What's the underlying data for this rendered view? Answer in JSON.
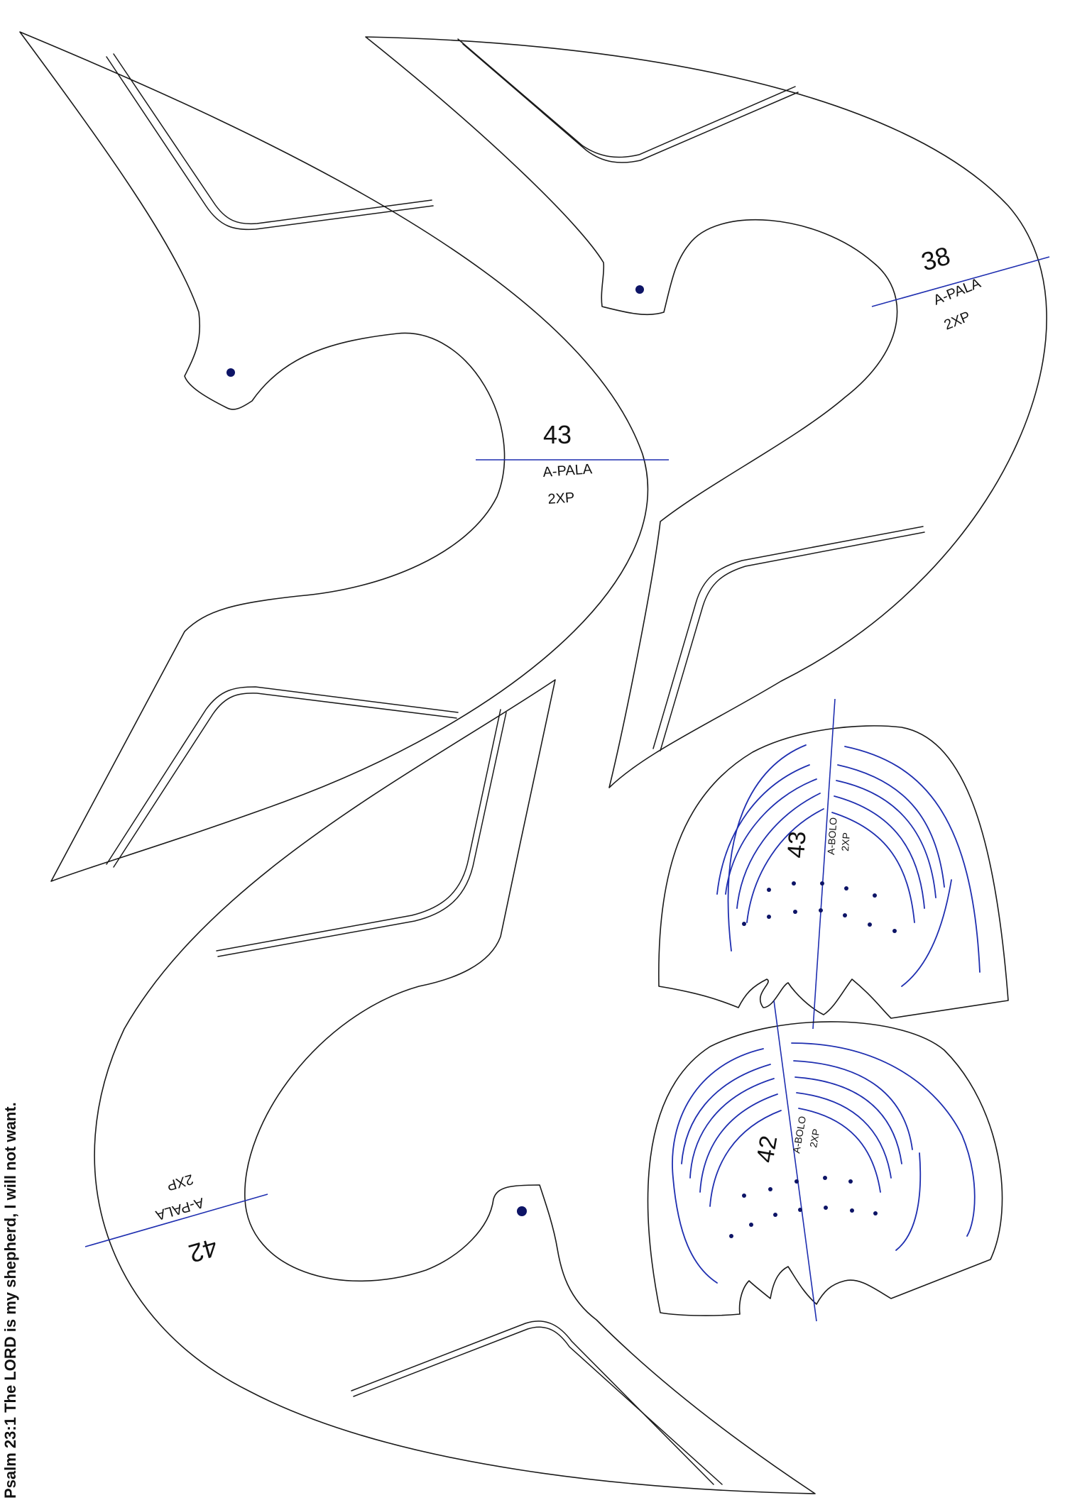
{
  "sheet": {
    "verse": "Psalm 23:1 The LORD is my shepherd, I will not want."
  },
  "pieces": {
    "pala_43": {
      "size": "43",
      "part": "A-PALA",
      "qty": "2XP"
    },
    "pala_38": {
      "size": "38",
      "part": "A-PALA",
      "qty": "2XP"
    },
    "pala_42": {
      "size": "42",
      "part": "A-PALA",
      "qty": "2XP"
    },
    "bolo_43": {
      "size": "43",
      "part": "A-BOLO",
      "qty": "2XP"
    },
    "bolo_42": {
      "size": "42",
      "part": "A-BOLO",
      "qty": "2XP"
    }
  },
  "colors": {
    "outline": "#1a1a1a",
    "guide": "#1f2fb0",
    "marker": "#0d1466"
  }
}
